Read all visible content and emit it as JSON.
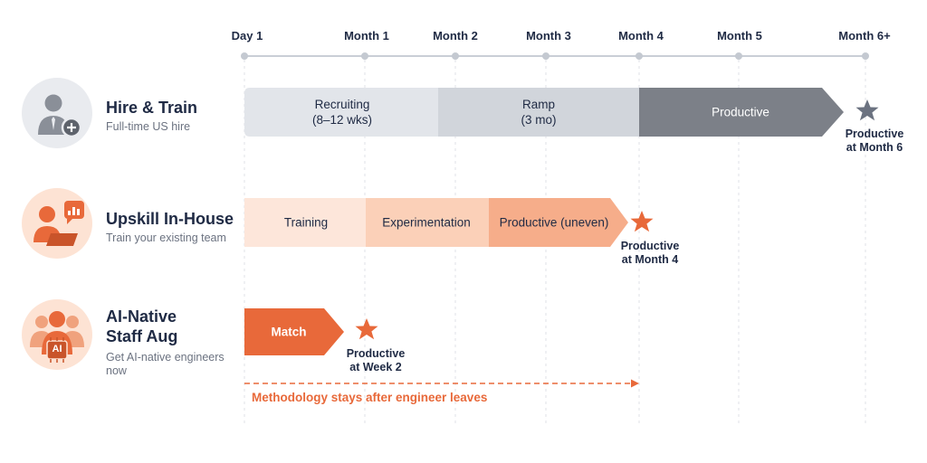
{
  "timeline": {
    "ticks": [
      "Day 1",
      "Month 1",
      "Month 2",
      "Month 3",
      "Month 4",
      "Month 5",
      "Month 6+"
    ]
  },
  "rows": [
    {
      "title": "Hire & Train",
      "subtitle": "Full-time US hire",
      "icon": "person-add-icon",
      "segments": [
        {
          "label": "Recruiting\n(8–12 wks)"
        },
        {
          "label": "Ramp\n(3 mo)"
        },
        {
          "label": "Productive"
        }
      ],
      "milestone": "Productive\nat Month 6"
    },
    {
      "title": "Upskill In-House",
      "subtitle": "Train your existing team",
      "icon": "person-laptop-icon",
      "segments": [
        {
          "label": "Training"
        },
        {
          "label": "Experimentation"
        },
        {
          "label": "Productive (uneven)"
        }
      ],
      "milestone": "Productive\nat Month 4"
    },
    {
      "title": "AI-Native\nStaff Aug",
      "subtitle": "Get AI-native engineers\nnow",
      "icon": "ai-team-icon",
      "icon_text": "AI",
      "segments": [
        {
          "label": "Match"
        }
      ],
      "milestone": "Productive\nat Week 2"
    }
  ],
  "methodology_note": "Methodology stays after engineer leaves",
  "colors": {
    "navy": "#1f2a44",
    "gray_light": "#e2e5ea",
    "gray_mid": "#d1d5db",
    "gray_dark": "#7c8088",
    "peach_light": "#fde6da",
    "peach_mid": "#fbd0b8",
    "peach_dark": "#f6ad8a",
    "orange": "#e8693a",
    "star_gray": "#6b7280"
  }
}
